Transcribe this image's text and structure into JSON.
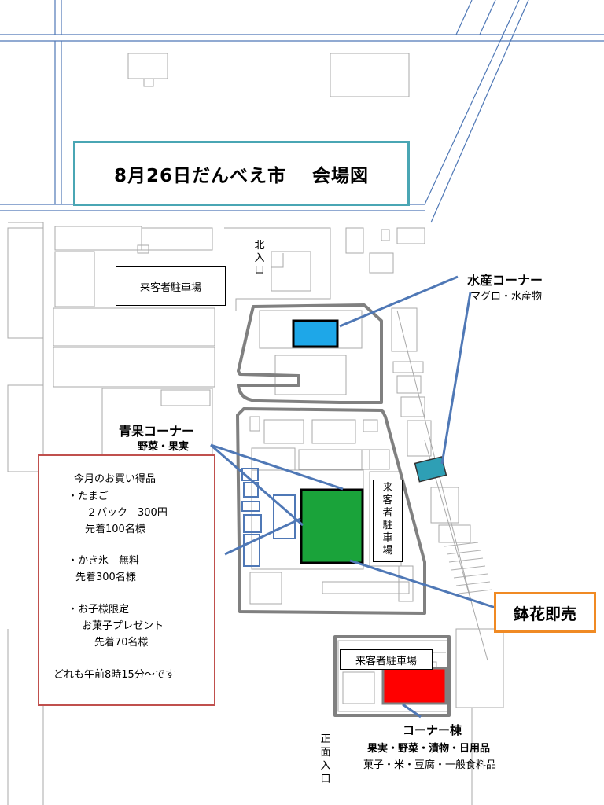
{
  "title": "8月26日だんべえ市　 会場図",
  "parking_labels": {
    "top_left": "来客者駐車場",
    "right": [
      "来",
      "客",
      "者",
      "駐",
      "車",
      "場"
    ],
    "bottom": "来客者駐車場"
  },
  "entrances": {
    "north": [
      "北",
      "入",
      "口"
    ],
    "front": [
      "正",
      "面",
      "入",
      "口"
    ]
  },
  "corners": {
    "seafood": {
      "name": "水産コーナー",
      "items": "マグロ・水産物",
      "color": "#1ea7e8"
    },
    "produce": {
      "name": "青果コーナー",
      "items": "野菜・果実",
      "color": "#1aa33a"
    },
    "flowers": {
      "name": "鉢花即売",
      "color": "#2e9fb5"
    },
    "building": {
      "name": "コーナー棟",
      "items_1": "果実・野菜・漬物・日用品",
      "items_2": "菓子・米・豆腐・一般食料品",
      "color": "#ff0000"
    }
  },
  "deals": {
    "heading": "今月のお買い得品",
    "lines": [
      "・たまご",
      "２パック　300円",
      "先着100名様",
      "・かき氷　無料",
      "先着300名様",
      "・お子様限定",
      "お菓子プレゼント",
      "先着70名様",
      "どれも午前8時15分～です"
    ]
  },
  "colors": {
    "road": "#4f78b6",
    "outline": "#808080",
    "building_line": "#a8a8a8",
    "title_border": "#4aa6b4",
    "deals_border": "#c0504d",
    "flowers_border": "#f08a24",
    "leader": "#4f78b6"
  }
}
